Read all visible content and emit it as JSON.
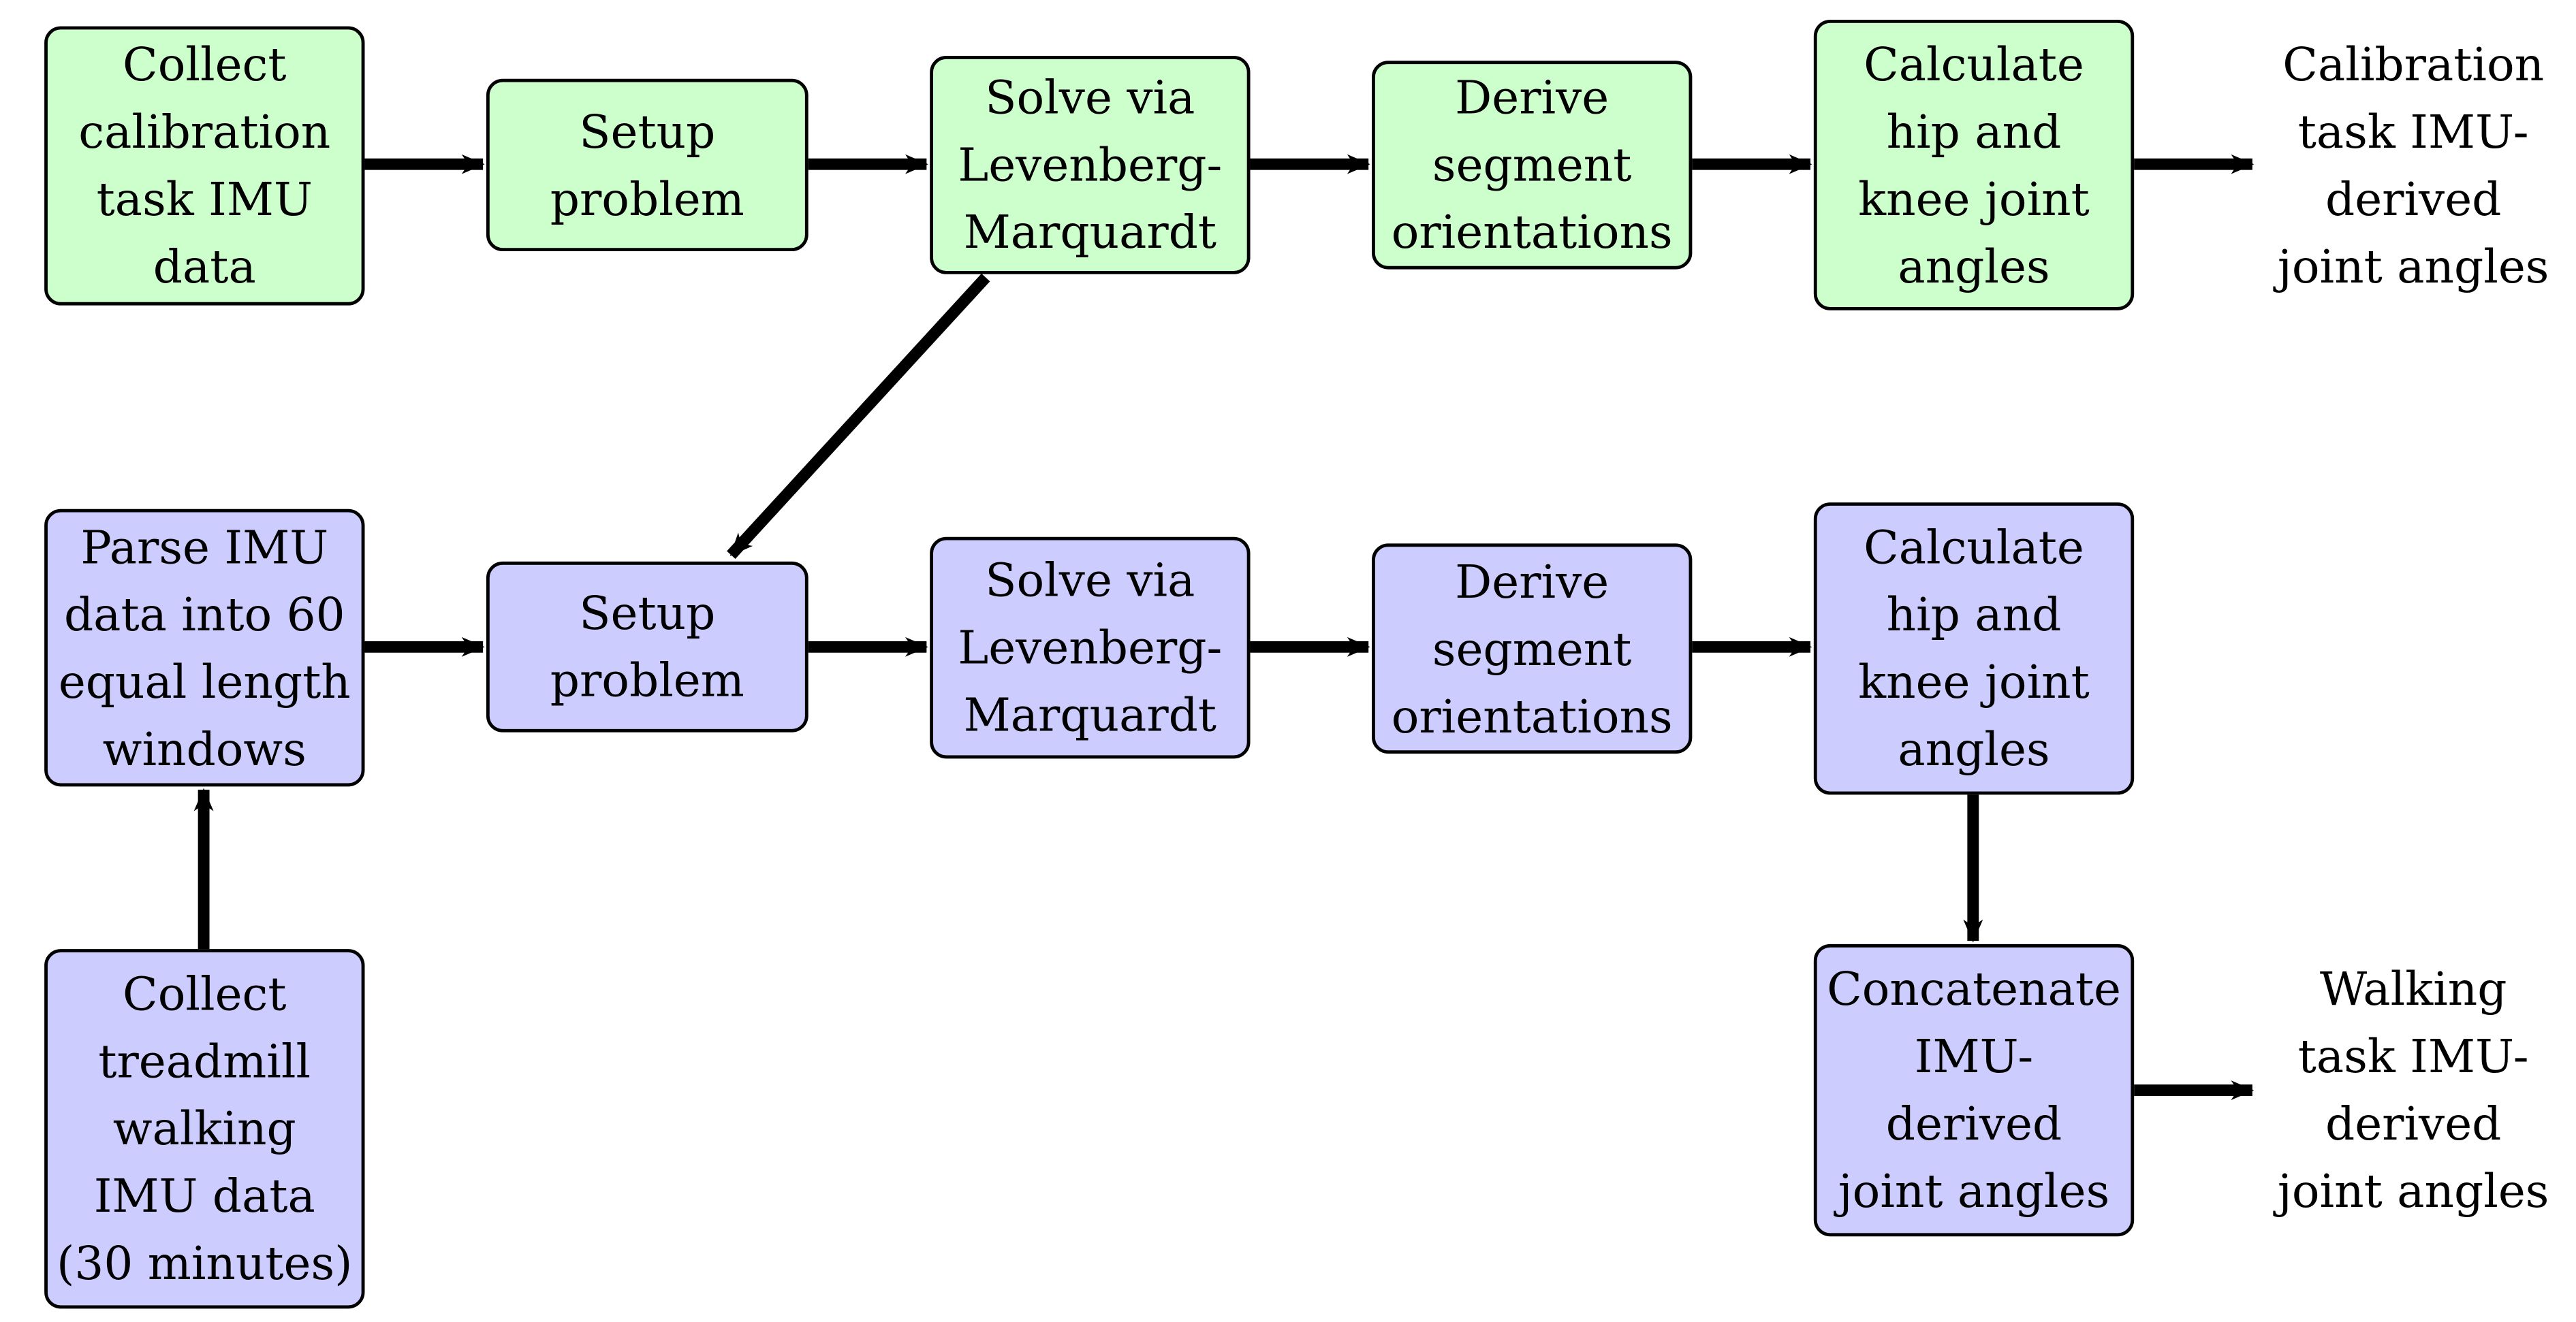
{
  "diagram": {
    "colors": {
      "calibration_fill": "#ccffcc",
      "walking_fill": "#ccccff",
      "stroke": "#000000"
    },
    "calibration_row": {
      "collect": "Collect\ncalibration\ntask IMU\ndata",
      "setup": "Setup\nproblem",
      "solve": "Solve via\nLevenberg-\nMarquardt",
      "derive": "Derive\nsegment\norientations",
      "calculate": "Calculate\nhip and\nknee joint\nangles",
      "output": "Calibration\ntask IMU-\nderived\njoint angles"
    },
    "walking_row": {
      "collect": "Collect\ntreadmill\nwalking\nIMU data\n(30 minutes)",
      "parse": "Parse IMU\ndata into 60\nequal length\nwindows",
      "setup": "Setup\nproblem",
      "solve": "Solve via\nLevenberg-\nMarquardt",
      "derive": "Derive\nsegment\norientations",
      "calculate": "Calculate\nhip and\nknee joint\nangles",
      "concatenate": "Concatenate\nIMU-\nderived\njoint angles",
      "output": "Walking\ntask IMU-\nderived\njoint angles"
    }
  }
}
